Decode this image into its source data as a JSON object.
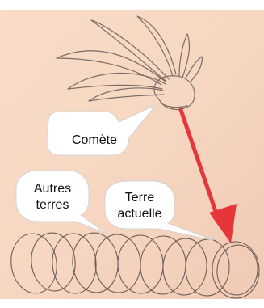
{
  "labels": {
    "comet": "Comète",
    "other_earths_line1": "Autres",
    "other_earths_line2": "terres",
    "current_earth_line1": "Terre",
    "current_earth_line2": "actuelle"
  },
  "colors": {
    "paper": "#f6d8c5",
    "paper_shadow": "#e9c3ac",
    "pencil": "#7a6a63",
    "arrow": "#e5363a",
    "bubble_fill": "#ffffff",
    "bubble_stroke": "#d9d9d9"
  }
}
